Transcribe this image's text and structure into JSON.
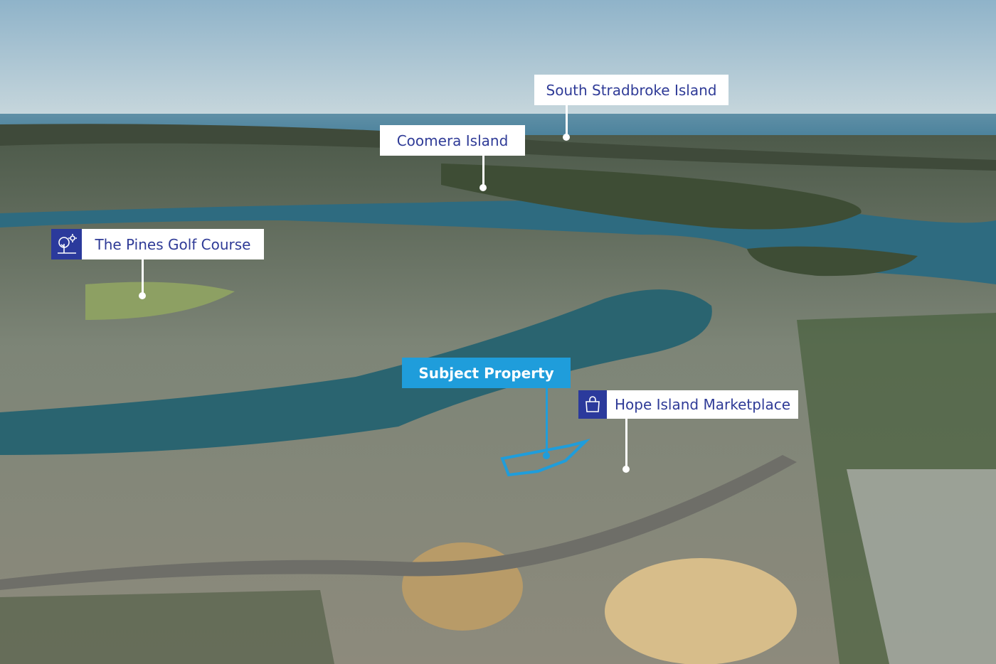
{
  "labels": {
    "south_stradbroke": "South Stradbroke Island",
    "coomera": "Coomera Island",
    "pines": "The Pines Golf Course",
    "subject": "Subject Property",
    "marketplace": "Hope Island Marketplace"
  },
  "icons": {
    "pines": "golf-tree-icon",
    "marketplace": "shopping-bag-icon"
  },
  "colors": {
    "label_text": "#2f3b97",
    "icon_bg": "#2b3a9c",
    "subject_accent": "#1f9ddb"
  }
}
